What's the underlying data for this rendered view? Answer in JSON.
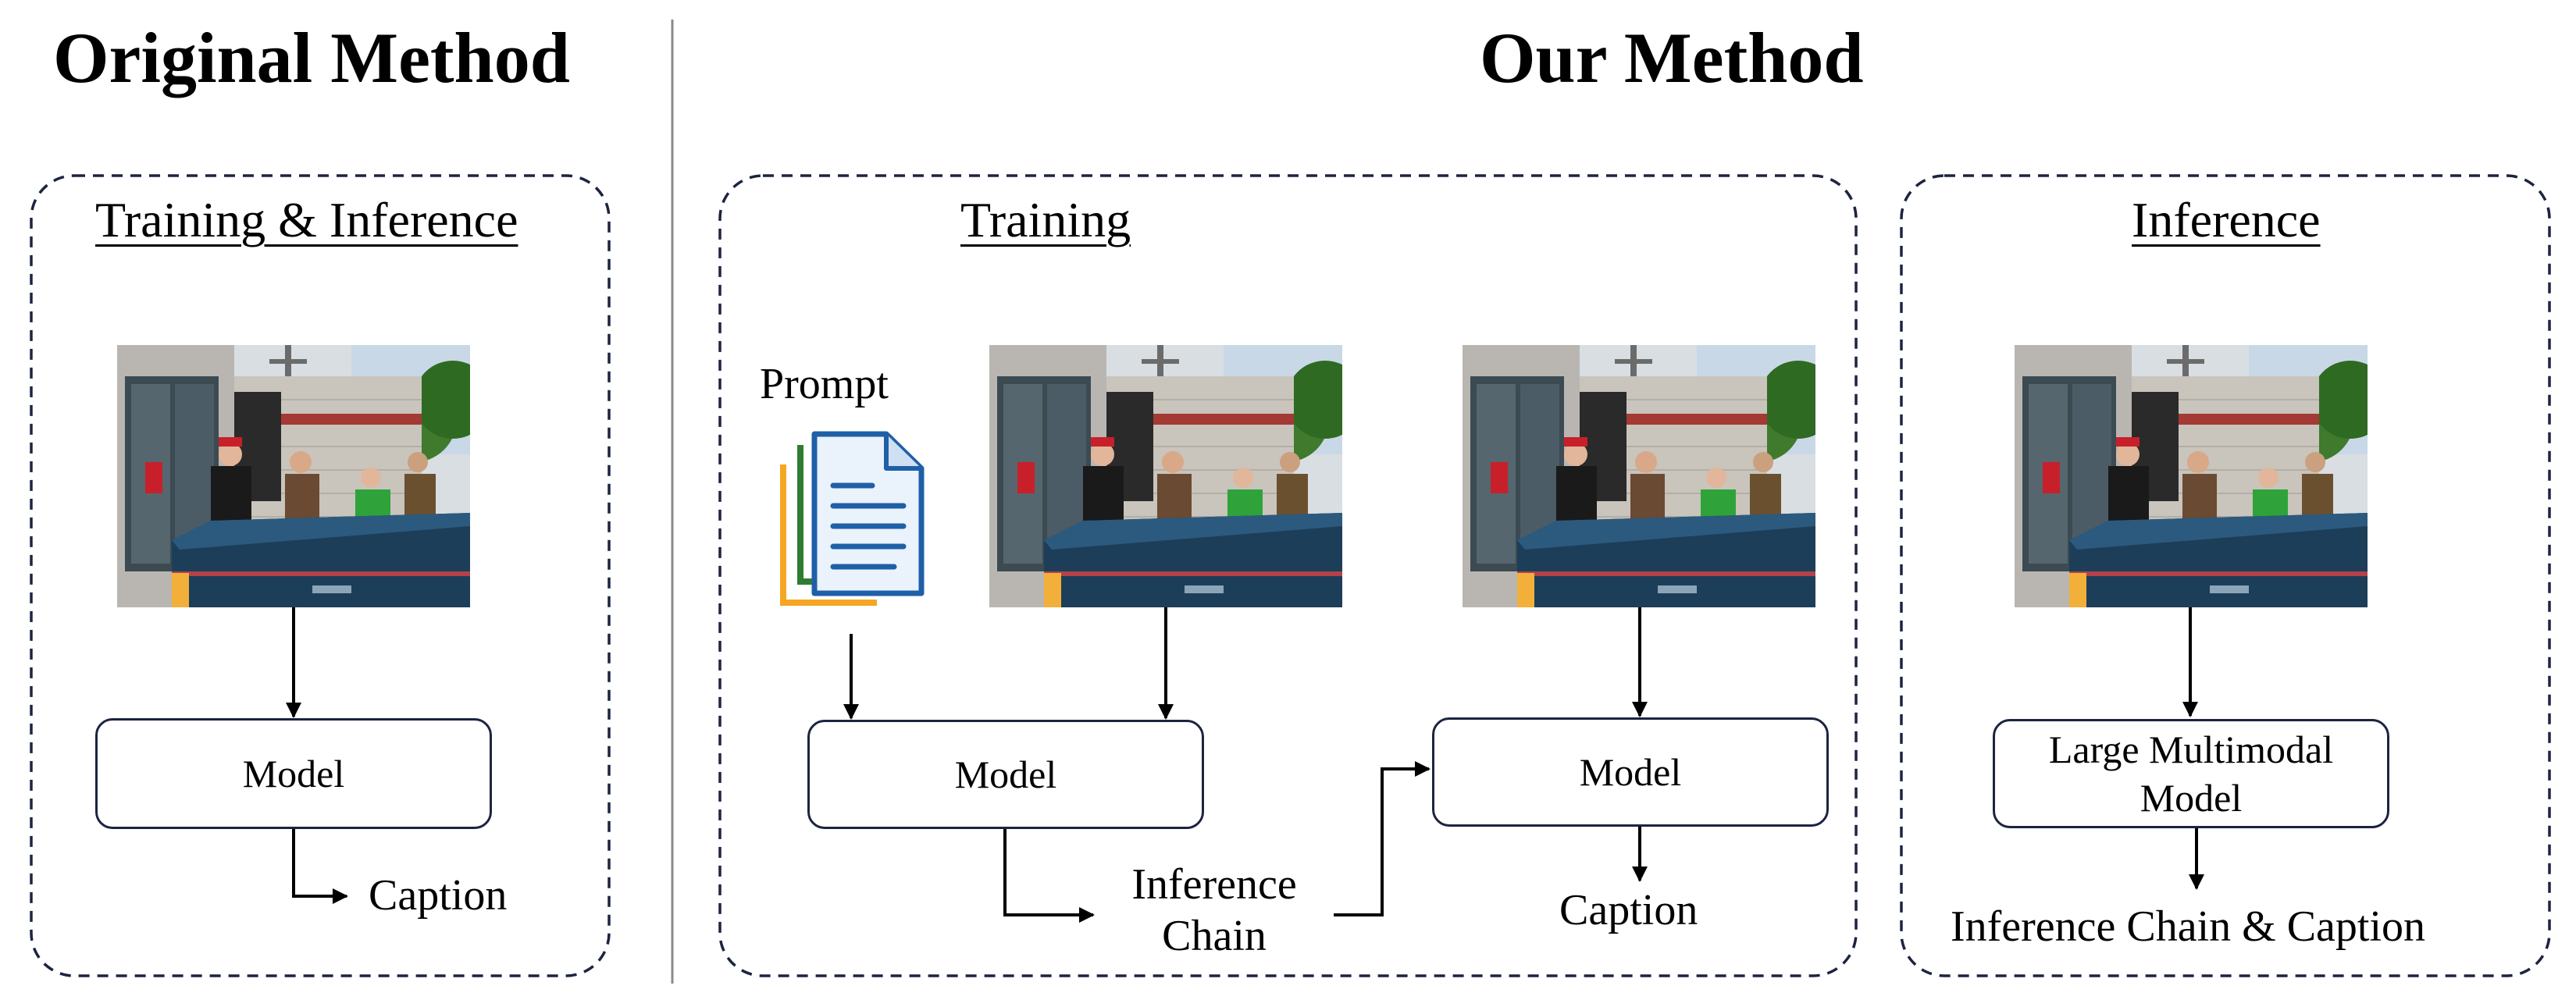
{
  "headings": {
    "original": "Original Method",
    "ours": "Our Method"
  },
  "panels": {
    "original": {
      "title": "Training & Inference",
      "model_label": "Model",
      "output_label": "Caption"
    },
    "training": {
      "title": "Training",
      "prompt_label": "Prompt",
      "model1_label": "Model",
      "chain_line1": "Inference",
      "chain_line2": "Chain",
      "model2_label": "Model",
      "output_label": "Caption"
    },
    "inference": {
      "title": "Inference",
      "model_line1": "Large Multimodal",
      "model_line2": "Model",
      "output_label": "Inference Chain & Caption"
    }
  },
  "colors": {
    "panel_border": "#1c2440",
    "arrow": "#000000",
    "prompt_doc_green": "#2e7d32",
    "prompt_doc_orange": "#f5a623",
    "prompt_doc_blue": "#1f5fa8"
  },
  "icons": {
    "prompt": "document-stack-icon",
    "photo": "street-scene-photo"
  }
}
